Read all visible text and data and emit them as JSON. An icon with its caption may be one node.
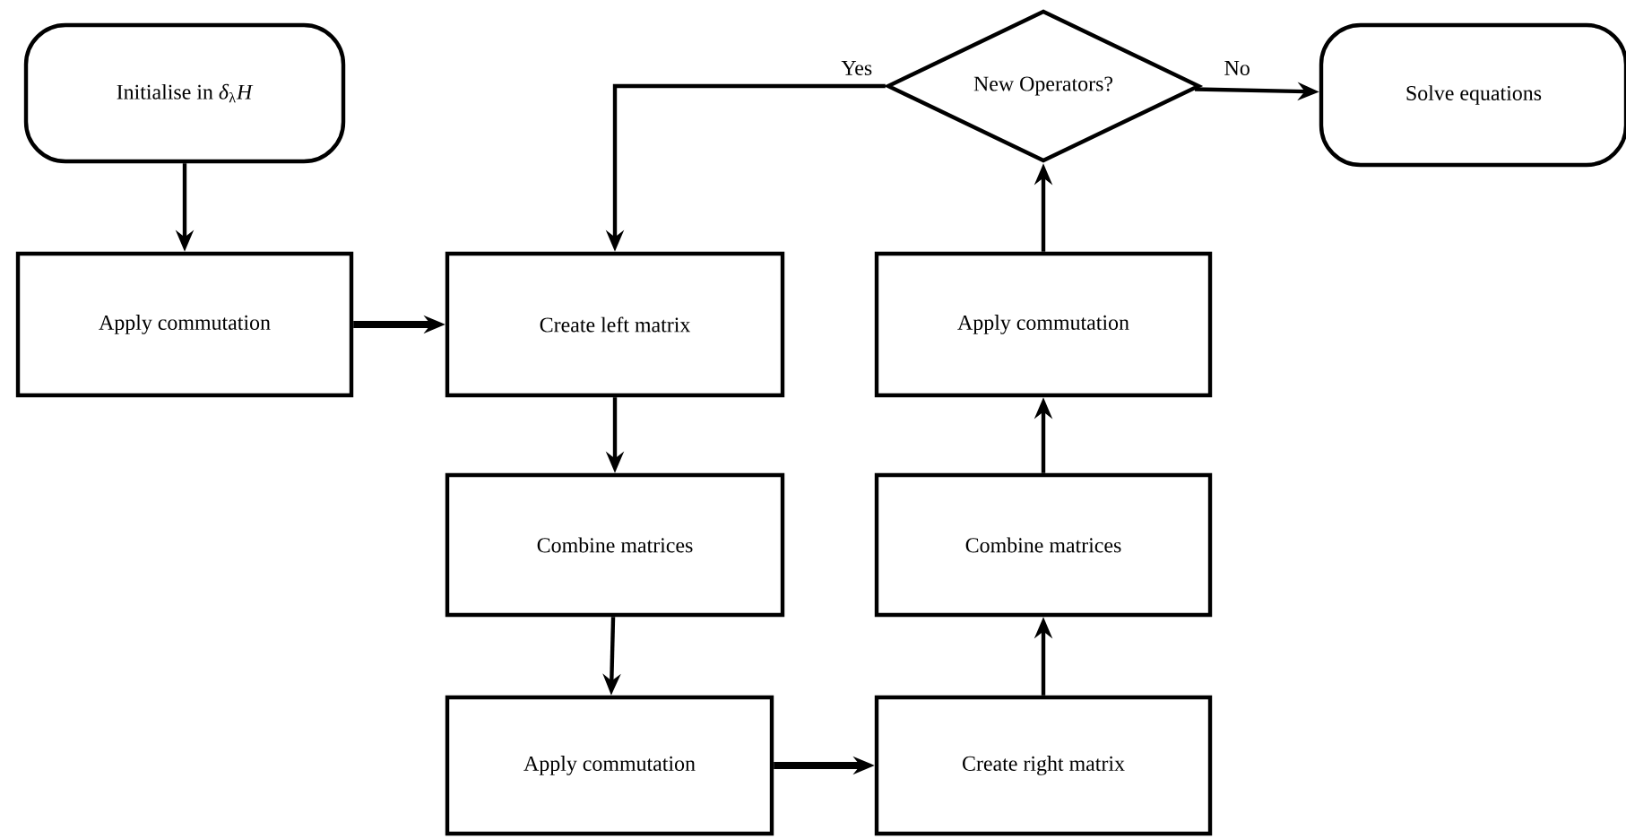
{
  "diagram": {
    "nodes": [
      {
        "text": [
          "Initialise in *δ*$_{λ}$*H*"
        ]
      },
      {
        "text": [
          "Apply commutation"
        ]
      },
      {
        "text": [
          "Create left matrix"
        ]
      },
      {
        "text": [
          "Combine matrices"
        ]
      },
      {
        "text": [
          "Apply commutation"
        ]
      },
      {
        "text": [
          "Create right matrix"
        ]
      },
      {
        "text": [
          "Combine matrices"
        ]
      },
      {
        "text": [
          "Apply commutation"
        ]
      },
      {
        "text": [
          "New Operators?"
        ]
      },
      {
        "text": [
          "Solve equations"
        ]
      }
    ],
    "edges": [
      {
        "from": 0,
        "to": 1,
        "arrow": "to"
      },
      {
        "from": 1,
        "to": 2,
        "arrow": "to",
        "style": "thick"
      },
      {
        "from": 2,
        "to": 3,
        "arrow": "to"
      },
      {
        "from": 3,
        "to": 4,
        "arrow": "to"
      },
      {
        "from": 4,
        "to": 5,
        "arrow": "to",
        "style": "thick"
      },
      {
        "from": 5,
        "to": 6,
        "arrow": "to"
      },
      {
        "from": 6,
        "to": 7,
        "arrow": "to"
      },
      {
        "from": 7,
        "to": 8,
        "arrow": "to"
      },
      {
        "from": 8,
        "to": 2,
        "arrow": "to",
        "label": "Yes"
      },
      {
        "from": 8,
        "to": 9,
        "arrow": "to",
        "label": "No"
      }
    ]
  }
}
